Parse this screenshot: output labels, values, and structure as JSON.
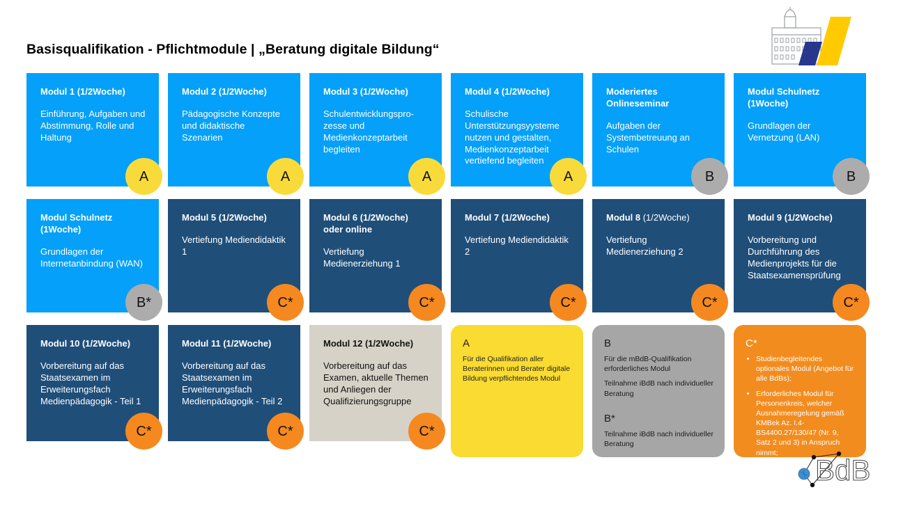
{
  "page": {
    "title": "Basisqualifikation - Pflichtmodule | „Beratung digitale Bildung“"
  },
  "colors": {
    "light_blue": "#04A0F9",
    "dark_blue": "#1F4E79",
    "beige": "#D6D2C8",
    "badge_yellow": "#F8DB3A",
    "badge_gray": "#ACACAC",
    "badge_orange": "#F5891F",
    "legend_yellow": "#F9DB31",
    "legend_gray": "#A6A6A6",
    "legend_orange": "#F28C1E",
    "logo_yellow": "#FFCB00",
    "logo_blue": "#28368C",
    "logo_node_blue": "#3E8FD0"
  },
  "modules": [
    {
      "title_bold": "Modul 1 (1/2Woche)",
      "title_light": "",
      "body": "Einführung, Aufgaben und Abstimmung, Rolle und Haltung",
      "category": "A",
      "badge": "A"
    },
    {
      "title_bold": "Modul 2 (1/2Woche)",
      "title_light": "",
      "body": "Pädagogische Konzepte und didaktische Szenarien",
      "category": "A",
      "badge": "A"
    },
    {
      "title_bold": "Modul 3 (1/2Woche)",
      "title_light": "",
      "body": "Schulentwicklungspro-zesse und Medienkonzeptarbeit begleiten",
      "category": "A",
      "badge": "A"
    },
    {
      "title_bold": "Modul 4 (1/2Woche)",
      "title_light": "",
      "body": "Schulische Unterstützungsyysteme nutzen und gestalten, Medienkonzeptarbeit vertiefend begleiten",
      "category": "A",
      "badge": "A"
    },
    {
      "title_bold": "Moderiertes Onlineseminar",
      "title_light": "",
      "body": "Aufgaben der Systembetreuung an Schulen",
      "category": "B",
      "badge": "B"
    },
    {
      "title_bold": "Modul Schulnetz (1Woche)",
      "title_light": "",
      "body": "Grundlagen der Vernetzung (LAN)",
      "category": "B",
      "badge": "B"
    },
    {
      "title_bold": "Modul Schulnetz (1Woche)",
      "title_light": "",
      "body": "Grundlagen der Internetanbindung (WAN)",
      "category": "B*",
      "badge": "B*"
    },
    {
      "title_bold": "Modul 5 (1/2Woche)",
      "title_light": "",
      "body": "Vertiefung Mediendidaktik 1",
      "category": "C*",
      "badge": "C*"
    },
    {
      "title_bold": "Modul 6 (1/2Woche) oder online",
      "title_light": "",
      "body": "Vertiefung Medienerziehung 1",
      "category": "C*",
      "badge": "C*"
    },
    {
      "title_bold": "Modul 7 (1/2Woche)",
      "title_light": "",
      "body": "Vertiefung Mediendidaktik 2",
      "category": "C*",
      "badge": "C*"
    },
    {
      "title_bold": "Modul 8",
      "title_light": " (1/2Woche)",
      "body": "Vertiefung Medienerziehung 2",
      "category": "C*",
      "badge": "C*"
    },
    {
      "title_bold": "Modul 9 (1/2Woche)",
      "title_light": "",
      "body": "Vorbereitung und Durchführung des Medienprojekts für die Staatsexamensprüfung",
      "category": "C*",
      "badge": "C*"
    },
    {
      "title_bold": "Modul 10 (1/2Woche)",
      "title_light": "",
      "body": "Vorbereitung auf das Staatsexamen im Erweiterungsfach Medienpädagogik - Teil 1",
      "category": "C*",
      "badge": "C*"
    },
    {
      "title_bold": "Modul 11 (1/2Woche)",
      "title_light": "",
      "body": "Vorbereitung auf das Staatsexamen im Erweiterungsfach Medienpädagogik - Teil 2",
      "category": "C*",
      "badge": "C*"
    },
    {
      "title_bold": "Modul 12 (1/2Woche)",
      "title_light": "",
      "body": "Vorbereitung auf das Examen, aktuelle Themen und Anliegen der Qualifizierungsgruppe",
      "category": "C*",
      "badge": "C*"
    }
  ],
  "legend_a": {
    "label": "A",
    "text": "Für die Qualifikation aller Beraterinnen und Berater digitale Bildung verpflichtendes Modul"
  },
  "legend_b": {
    "label": "B",
    "line1": "Für die mBdB-Qualifikation erforderliches Modul",
    "line2": "Teilnahme iBdB nach individueller Beratung",
    "label2": "B*",
    "line3": "Teilnahme iBdB nach individueller Beratung"
  },
  "legend_c": {
    "label": "C*",
    "bullet1": "Studienbegleitendes optionales Modul (Angebot für alle BdBs);",
    "bullet2": "Erforderliches Modul für Personenkreis, welcher Ausnahmeregelung gemäß KMBek Az. I.4-BS4400.27/130/47 (Nr. 9, Satz 2 und 3) in Anspruch nimmt;"
  },
  "logos": {
    "top_right_name": "alp-dillingen-building-logo",
    "bottom_right_name": "bdb-network-logo",
    "bottom_right_text": "BdB"
  }
}
